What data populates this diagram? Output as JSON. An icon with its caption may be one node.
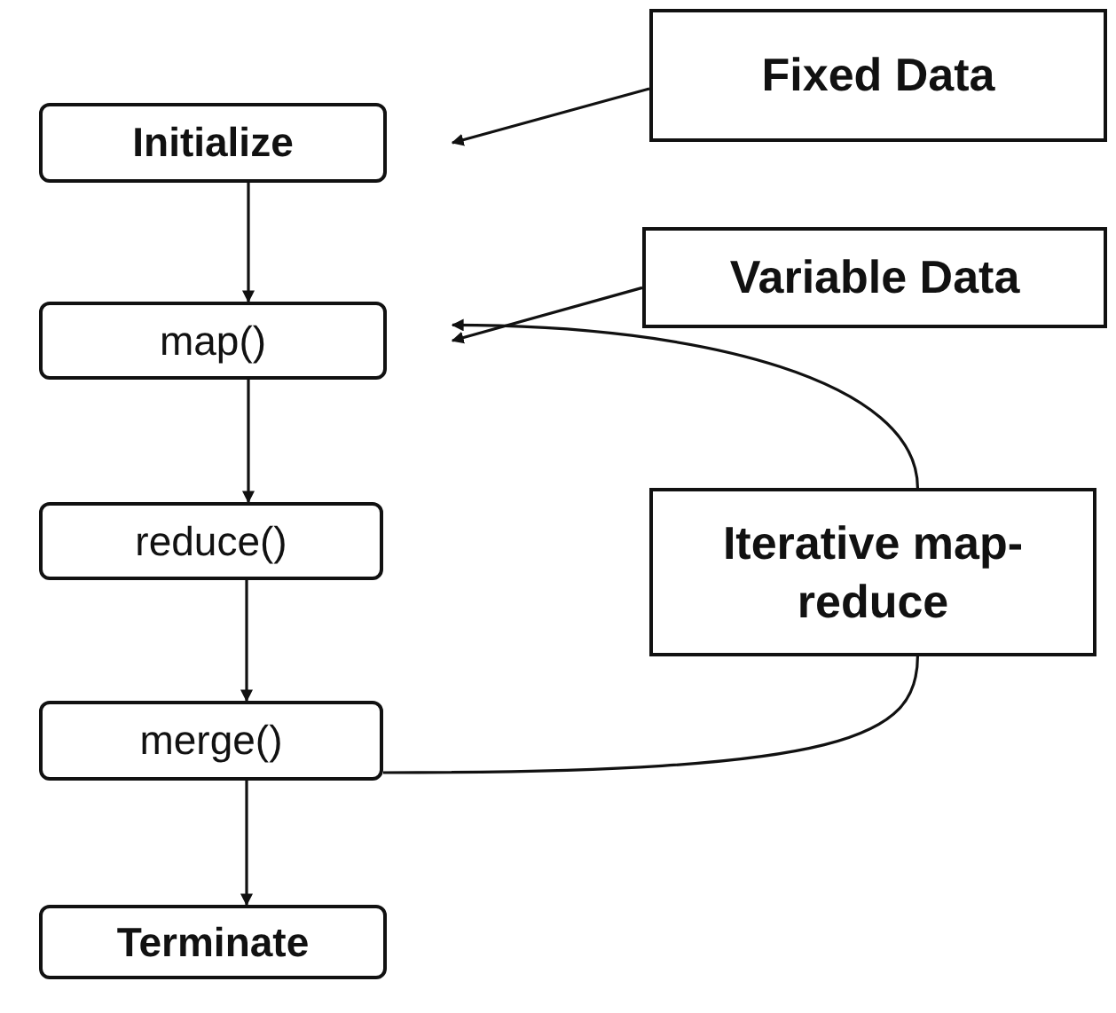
{
  "diagram": {
    "nodes": [
      {
        "text": [
          "Initialize"
        ]
      },
      {
        "text": [
          "map()"
        ]
      },
      {
        "text": [
          "reduce()"
        ]
      },
      {
        "text": [
          "merge()"
        ]
      },
      {
        "text": [
          "Terminate"
        ]
      },
      {
        "text": [
          "Fixed Data"
        ]
      },
      {
        "text": [
          "Variable Data"
        ]
      },
      {
        "text": [
          "Iterative map-reduce"
        ]
      }
    ],
    "edges": [
      {
        "from": 0,
        "to": 1,
        "arrow": "to"
      },
      {
        "from": 1,
        "to": 2,
        "arrow": "to"
      },
      {
        "from": 2,
        "to": 3,
        "arrow": "to"
      },
      {
        "from": 3,
        "to": 4,
        "arrow": "to"
      },
      {
        "from": 5,
        "to": 0,
        "arrow": "to"
      },
      {
        "from": 6,
        "to": 1,
        "arrow": "to"
      },
      {
        "from": 3,
        "to": 7,
        "arrow": "none"
      },
      {
        "from": 7,
        "to": 1,
        "arrow": "to"
      }
    ]
  }
}
